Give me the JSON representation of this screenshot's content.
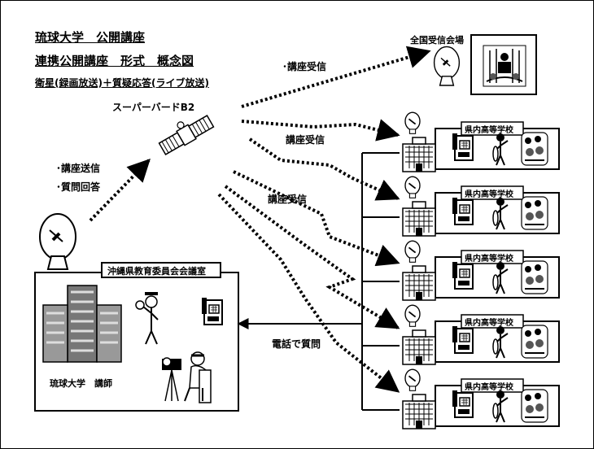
{
  "title": {
    "line1": "琉球大学　公開講座",
    "line2": "連携公開講座　形式　概念図",
    "line3": "衛星(録画放送)＋質疑応答(ライブ放送)"
  },
  "labels": {
    "satellite": "スーパーバードB2",
    "national_venue": "全国受信会場",
    "receive_top": "･講座受信",
    "receive_mid1": "講座受信",
    "receive_mid2": "講座受信",
    "send": "･講座送信",
    "answer": "･質問回答",
    "phone_question": "電話で質問",
    "board_room": "沖縄県教育委員会会議室",
    "lecturer": "琉球大学　講師"
  },
  "schools": [
    "県内高等学校",
    "県内高等学校",
    "県内高等学校",
    "県内高等学校",
    "県内高等学校"
  ]
}
